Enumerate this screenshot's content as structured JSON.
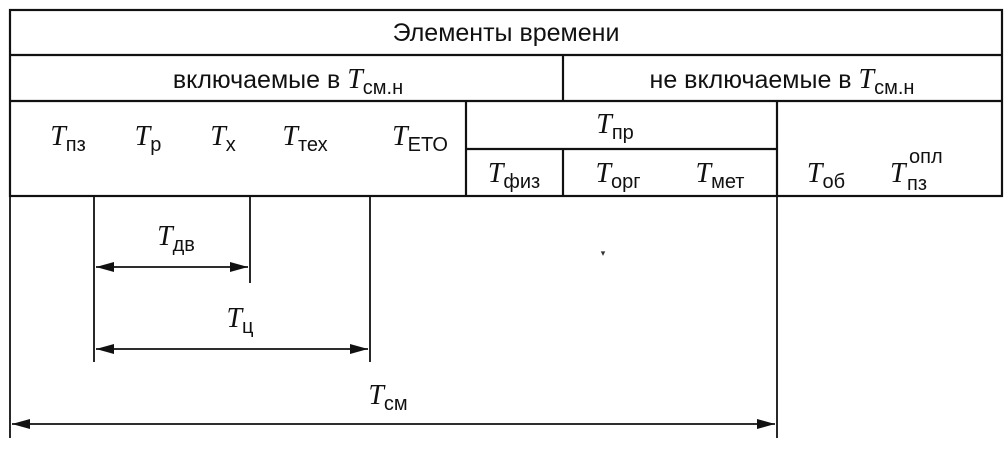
{
  "header": {
    "title": "Элементы времени",
    "included_prefix": "включаемые в ",
    "excluded_prefix": "не включаемые в ",
    "T_main": "T",
    "T_sub": "см.н"
  },
  "elements": {
    "T": "T",
    "pz": "пз",
    "r": "р",
    "x": "х",
    "tex": "тех",
    "eto": "ЕТО",
    "pr": "пр",
    "fiz": "физ",
    "org": "орг",
    "met": "мет",
    "ob": "об",
    "pz_opl_sub": "пз",
    "pz_opl_sup": "опл"
  },
  "intervals": {
    "dv": "дв",
    "c": "ц",
    "sm": "см"
  },
  "mark": "▾"
}
